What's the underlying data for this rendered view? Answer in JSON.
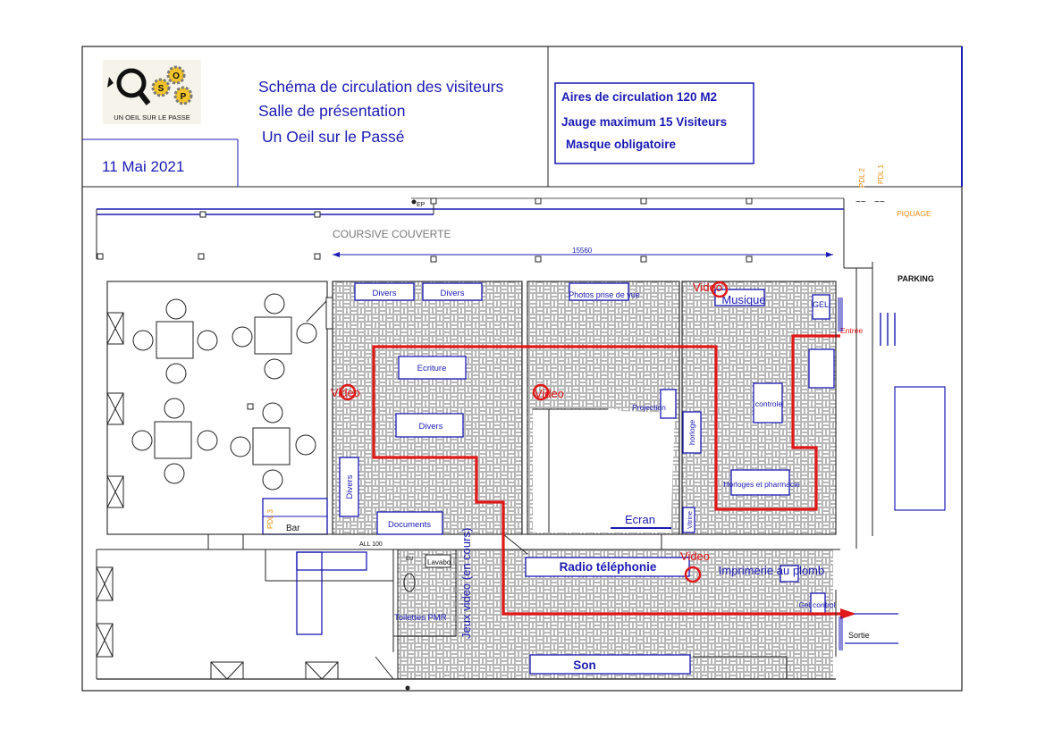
{
  "header": {
    "logo_text": "UN OEIL SUR LE PASSE",
    "logo_letters": [
      "O",
      "S",
      "P"
    ],
    "title_lines": [
      "Schéma de circulation des visiteurs",
      "Salle de présentation",
      "Un Oeil sur le Passé"
    ],
    "date": "11 Mai 2021",
    "info_lines": [
      "Aires de circulation 120 M2",
      "Jauge maximum 15 Visiteurs",
      "Masque obligatoire"
    ]
  },
  "plan": {
    "coursive": "COURSIVE COUVERTE",
    "dimension": "15560",
    "ep": "EP",
    "pdl": [
      "PDL 2",
      "PDL 1"
    ],
    "piquage": "PIQUAGE",
    "parking": "PARKING",
    "entree": "Entrée",
    "sortie": "Sortie",
    "all": "ALL 100",
    "bar": "Bar",
    "pdl3": "PDL 3",
    "eu": "EU",
    "toilettes": "Toilettes PMR",
    "lavabo": "Lavabo",
    "jeux": "Jeux video (en cours)",
    "ecran": "Ecran",
    "rooms": {
      "divers1": "Divers",
      "divers2": "Divers",
      "ecriture": "Ecriture",
      "divers3": "Divers",
      "divers_v": "Divers",
      "documents": "Documents",
      "photos": "Photos prise de vue",
      "projection": "Projection",
      "musique": "Musique",
      "gel": "GEL",
      "controle": "controle",
      "horloge": "horloge",
      "horloges": "Horloges et pharmacie",
      "vitrine": "Vitrine",
      "radio": "Radio téléphonie",
      "imprimerie": "Imprimerie au plomb",
      "gel_controle": "Gel control",
      "son": "Son"
    },
    "video_label": "Video"
  },
  "colors": {
    "blue": "#1a1ab4",
    "red": "#e01818",
    "orange": "#f08a10"
  }
}
